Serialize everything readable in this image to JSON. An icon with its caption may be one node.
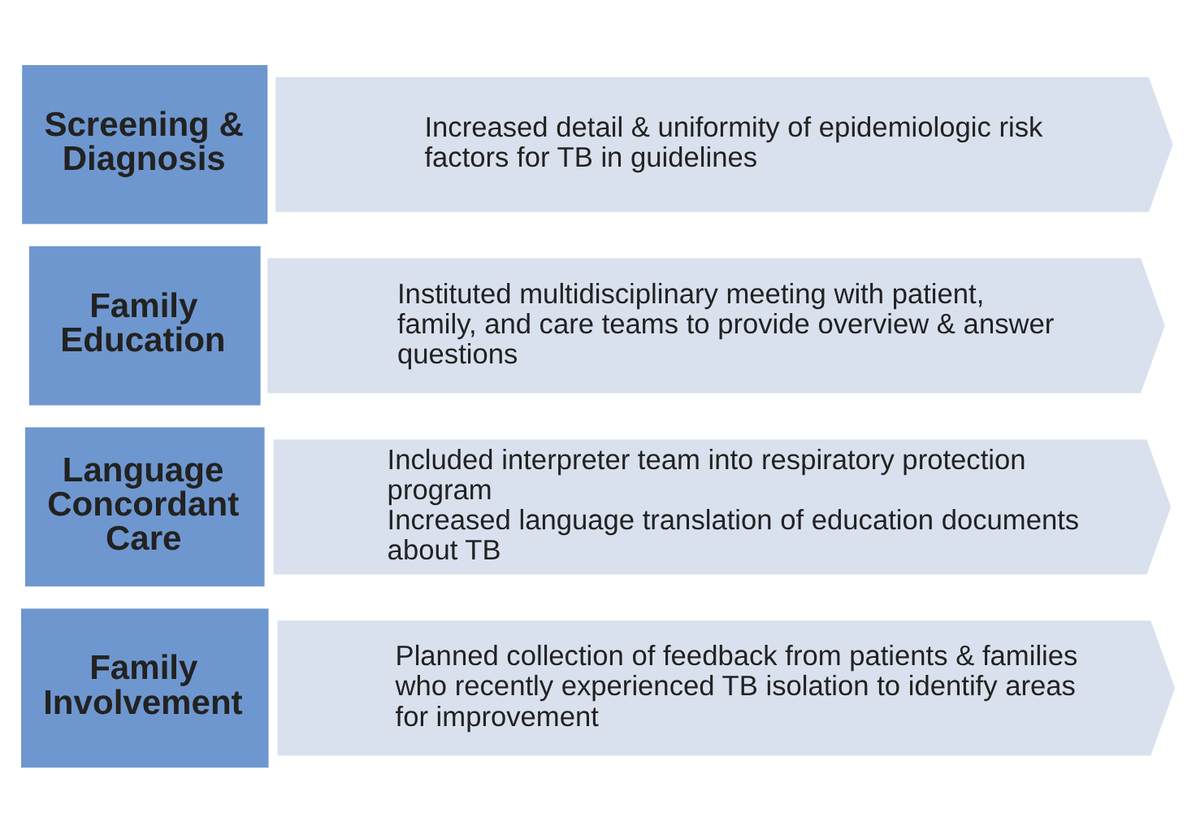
{
  "diagram": {
    "nodes": [
      {
        "text": [
          "Screening & Diagnosis"
        ]
      },
      {
        "text": [
          "Increased detail & uniformity of epidemiologic risk factors for TB in guidelines"
        ]
      },
      {
        "text": [
          "Family Education"
        ]
      },
      {
        "text": [
          "Instituted multidisciplinary meeting with patient, family, and care teams to provide overview & answer questions"
        ]
      },
      {
        "text": [
          "Language Concordant Care"
        ]
      },
      {
        "text": [
          "Included interpreter team into respiratory protection program",
          "Increased language translation of education documents about TB"
        ]
      },
      {
        "text": [
          "Family Involvement"
        ]
      },
      {
        "text": [
          "Planned collection of feedback from patients & families who recently experienced TB isolation to identify areas for improvement"
        ]
      }
    ]
  }
}
